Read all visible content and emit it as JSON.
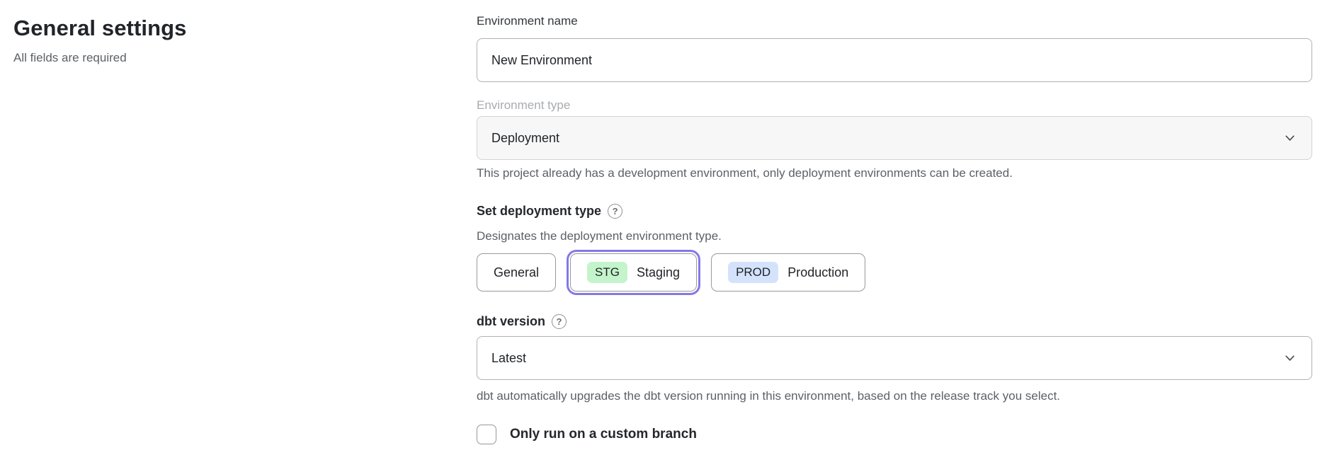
{
  "page": {
    "heading": "General settings",
    "subheading": "All fields are required"
  },
  "form": {
    "environment_name": {
      "label": "Environment name",
      "value": "New Environment"
    },
    "environment_type": {
      "label": "Environment type",
      "value": "Deployment",
      "disabled": true,
      "helper": "This project already has a development environment, only deployment environments can be created."
    },
    "deployment_type": {
      "label": "Set deployment type",
      "description": "Designates the deployment environment type.",
      "options": [
        {
          "label": "General",
          "badge": "",
          "selected": false
        },
        {
          "label": "Staging",
          "badge": "STG",
          "selected": true
        },
        {
          "label": "Production",
          "badge": "PROD",
          "selected": false
        }
      ]
    },
    "dbt_version": {
      "label": "dbt version",
      "value": "Latest",
      "helper": "dbt automatically upgrades the dbt version running in this environment, based on the release track you select."
    },
    "custom_branch": {
      "label": "Only run on a custom branch",
      "checked": false
    }
  },
  "icons": {
    "help_glyph": "?"
  },
  "colors": {
    "accent_purple": "#8578e6",
    "stg_badge_bg": "#c4f4cb",
    "prod_badge_bg": "#d4e3fb",
    "input_border": "#b0b2b5",
    "button_border": "#97999c",
    "disabled_bg": "#f7f7f7",
    "text_primary": "#212429",
    "text_secondary": "#5c6166",
    "text_disabled": "#a8abaf"
  }
}
